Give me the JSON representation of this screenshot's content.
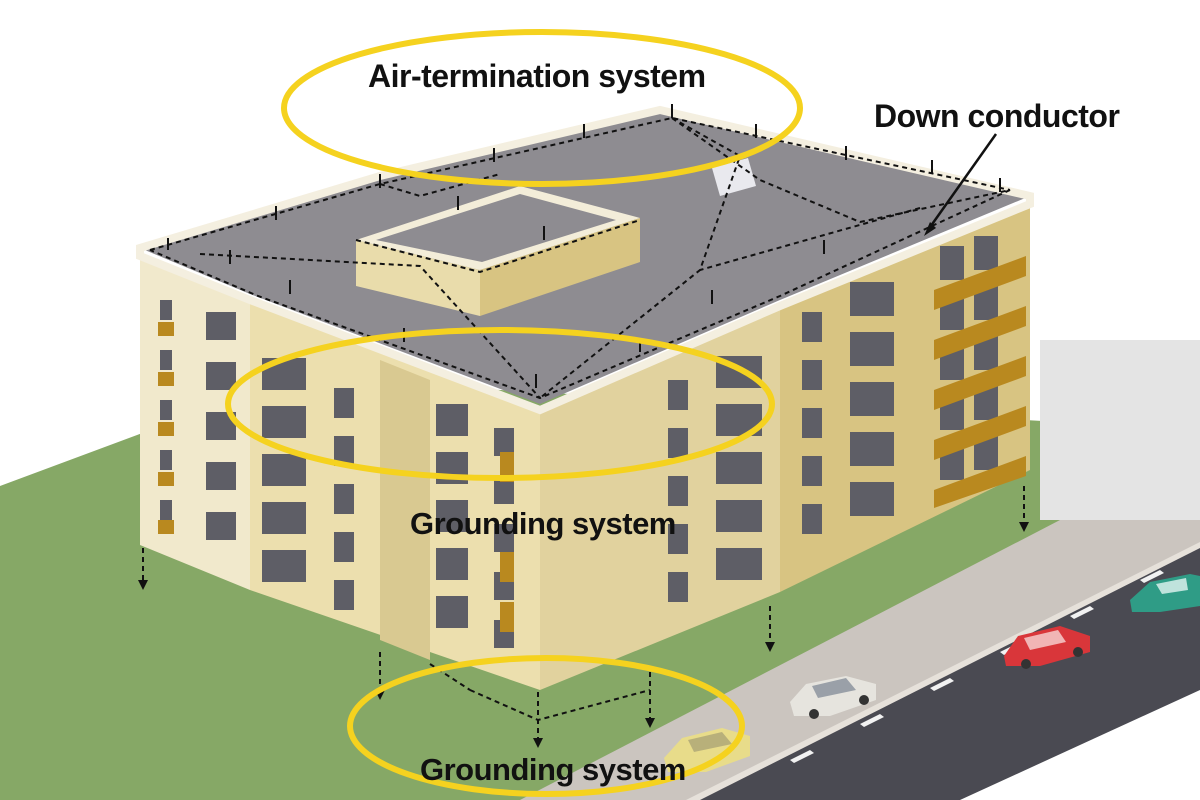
{
  "labels": {
    "air_termination": "Air-termination system",
    "down_conductor": "Down conductor",
    "grounding_middle": "Grounding system",
    "grounding_bottom": "Grounding system"
  },
  "colors": {
    "highlight_ellipse": "#f5d21f",
    "roof": "#8e8c91",
    "wall_light": "#f1e9cc",
    "wall_shade": "#e2d29d",
    "wall_side": "#d7c37f",
    "window": "#5e5e66",
    "balcony": "#b9891f",
    "grass": "#86a866",
    "sidewalk": "#c9c3bd",
    "road": "#4a4a52",
    "car_red": "#d9363a",
    "car_teal": "#2f9c86",
    "car_white": "#e6e4de",
    "car_yellow": "#e8dc8a"
  }
}
